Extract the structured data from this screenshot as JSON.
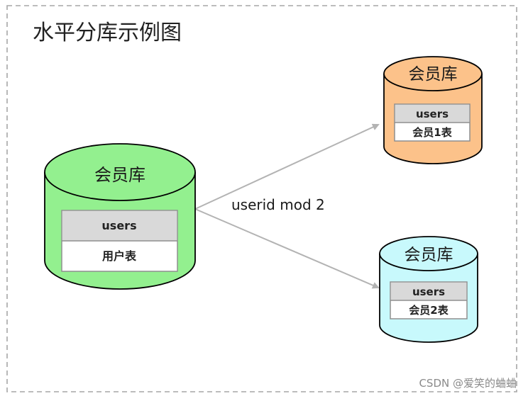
{
  "title": "水平分库示例图",
  "source": {
    "label": "会员库",
    "table_header": "users",
    "table_name": "用户表",
    "fill": "#93f08f"
  },
  "edge_label": "userid mod 2",
  "targets": [
    {
      "label": "会员库",
      "table_header": "users",
      "table_name": "会员1表",
      "fill": "#fcc28a"
    },
    {
      "label": "会员库",
      "table_header": "users",
      "table_name": "会员2表",
      "fill": "#c8f9fc"
    }
  ],
  "watermark": "CSDN @爱笑的蛐蛐",
  "colors": {
    "border": "#a6a6a6",
    "arrow": "#b3b3b3",
    "table_header_bg": "#d9d9d9",
    "table_border": "#8f8f8f"
  }
}
